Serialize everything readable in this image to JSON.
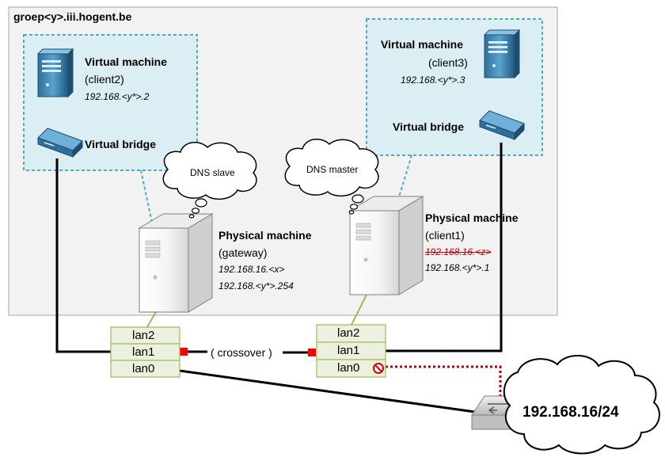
{
  "group": {
    "title": "groep<y>.iii.hogent.be"
  },
  "vm_client2": {
    "title": "Virtual machine",
    "name": "(client2)",
    "ip": "192.168.<y*>.2"
  },
  "vm_client3": {
    "title": "Virtual machine",
    "name": "(client3)",
    "ip": "192.168.<y*>.3"
  },
  "bridge_left": {
    "label": "Virtual bridge"
  },
  "bridge_right": {
    "label": "Virtual bridge"
  },
  "cloud_slave": {
    "label": "DNS slave"
  },
  "cloud_master": {
    "label": "DNS master"
  },
  "pm_gateway": {
    "title": "Physical machine",
    "name": "(gateway)",
    "ip1": "192.168.16.<x>",
    "ip2": "192.168.<y*>.254"
  },
  "pm_client1": {
    "title": "Physical machine",
    "name": "(client1)",
    "ip_old": "192.168.16.<z>",
    "ip": "192.168.<y*>.1"
  },
  "left_ports": [
    "lan2",
    "lan1",
    "lan0"
  ],
  "right_ports": [
    "lan2",
    "lan1",
    "lan0"
  ],
  "crossover": {
    "label": "( crossover )"
  },
  "network": {
    "label": "192.168.16/24"
  },
  "icons": [
    "server-icon",
    "network-bridge-icon",
    "network-switch-icon",
    "thought-cloud-icon",
    "no-entry-icon"
  ],
  "colors": {
    "group_bg": "#f2f2f2",
    "vm_box": "#dbeef3",
    "dashed": "#4bacc6",
    "port_fill": "#ebf1de",
    "port_border": "#9bbb59",
    "strike": "#c00000",
    "dotted_red": "#c00000"
  }
}
